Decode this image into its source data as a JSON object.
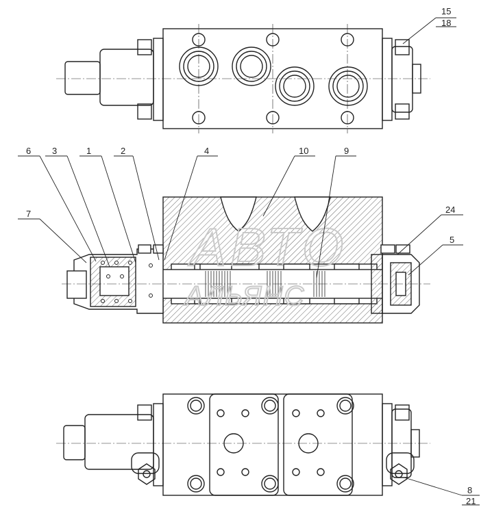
{
  "callouts": {
    "c15": "15",
    "c18": "18",
    "c6": "6",
    "c3": "3",
    "c1": "1",
    "c2": "2",
    "c4": "4",
    "c10": "10",
    "c9": "9",
    "c7": "7",
    "c24": "24",
    "c5": "5",
    "c8": "8",
    "c21": "21"
  },
  "watermark": {
    "line1": "АВТО",
    "line2": "АЛЬЯНС"
  },
  "colors": {
    "line": "#222222",
    "hatch": "#555555",
    "watermark": "#c9c9c9"
  }
}
